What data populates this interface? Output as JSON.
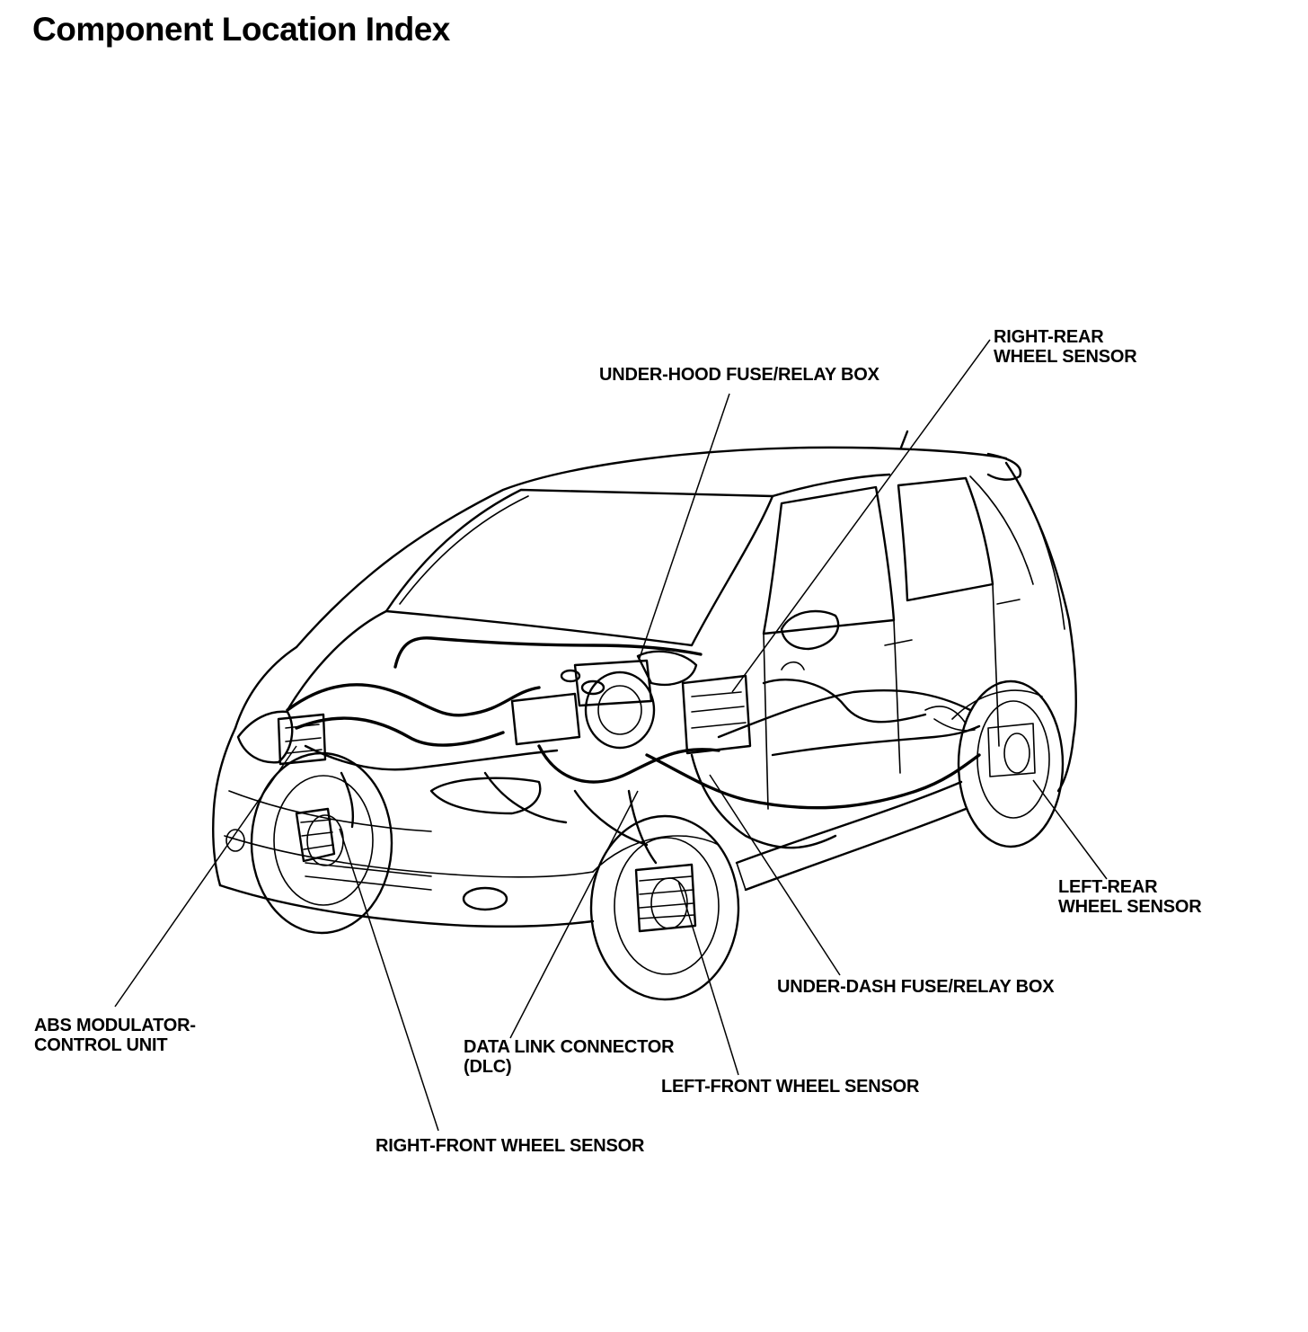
{
  "title": "Component Location Index",
  "callouts": {
    "right_rear_wheel_sensor": [
      "RIGHT-REAR",
      "WHEEL SENSOR"
    ],
    "under_hood_fuse_relay_box": "UNDER-HOOD FUSE/RELAY BOX",
    "left_rear_wheel_sensor": [
      "LEFT-REAR",
      "WHEEL SENSOR"
    ],
    "under_dash_fuse_relay_box": "UNDER-DASH FUSE/RELAY BOX",
    "abs_modulator_control_unit": [
      "ABS MODULATOR-",
      "CONTROL UNIT"
    ],
    "data_link_connector": [
      "DATA LINK CONNECTOR",
      "(DLC)"
    ],
    "left_front_wheel_sensor": "LEFT-FRONT WHEEL SENSOR",
    "right_front_wheel_sensor": "RIGHT-FRONT WHEEL SENSOR"
  },
  "illustration": {
    "subject": "hatchback-car-cutaway-line-drawing",
    "style": "black-ink-line-art"
  }
}
